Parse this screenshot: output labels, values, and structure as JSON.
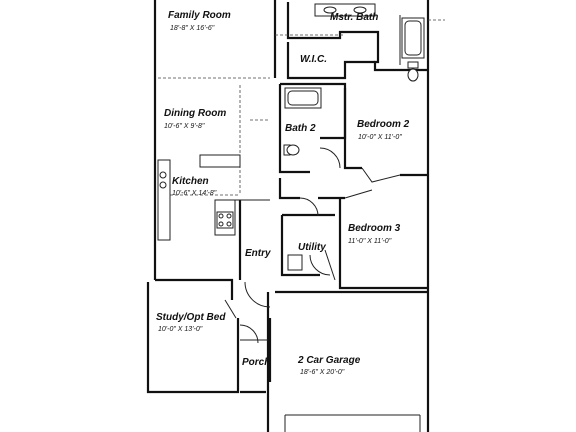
{
  "rooms": [
    {
      "key": "family",
      "name": "Family Room",
      "size": "18'-8\" X 16'-6\""
    },
    {
      "key": "bath",
      "name": "Mstr. Bath",
      "size": ""
    },
    {
      "key": "wic",
      "name": "W.I.C.",
      "size": ""
    },
    {
      "key": "dining",
      "name": "Dining Room",
      "size": "10'-6\" X 9'-8\""
    },
    {
      "key": "bath2",
      "name": "Bath 2",
      "size": ""
    },
    {
      "key": "bed2",
      "name": "Bedroom 2",
      "size": "10'-0\" X 11'-0\""
    },
    {
      "key": "kitchen",
      "name": "Kitchen",
      "size": "10'-6\" X 14'-8\""
    },
    {
      "key": "bed3",
      "name": "Bedroom 3",
      "size": "11'-0\" X 11'-0\""
    },
    {
      "key": "utility",
      "name": "Utility",
      "size": ""
    },
    {
      "key": "entry",
      "name": "Entry",
      "size": ""
    },
    {
      "key": "study",
      "name": "Study/Opt Bed",
      "size": "10'-0\" X 13'-0\""
    },
    {
      "key": "porch",
      "name": "Porch",
      "size": ""
    },
    {
      "key": "garage",
      "name": "2 Car Garage",
      "size": "18'-6\" X 20'-0\""
    }
  ]
}
